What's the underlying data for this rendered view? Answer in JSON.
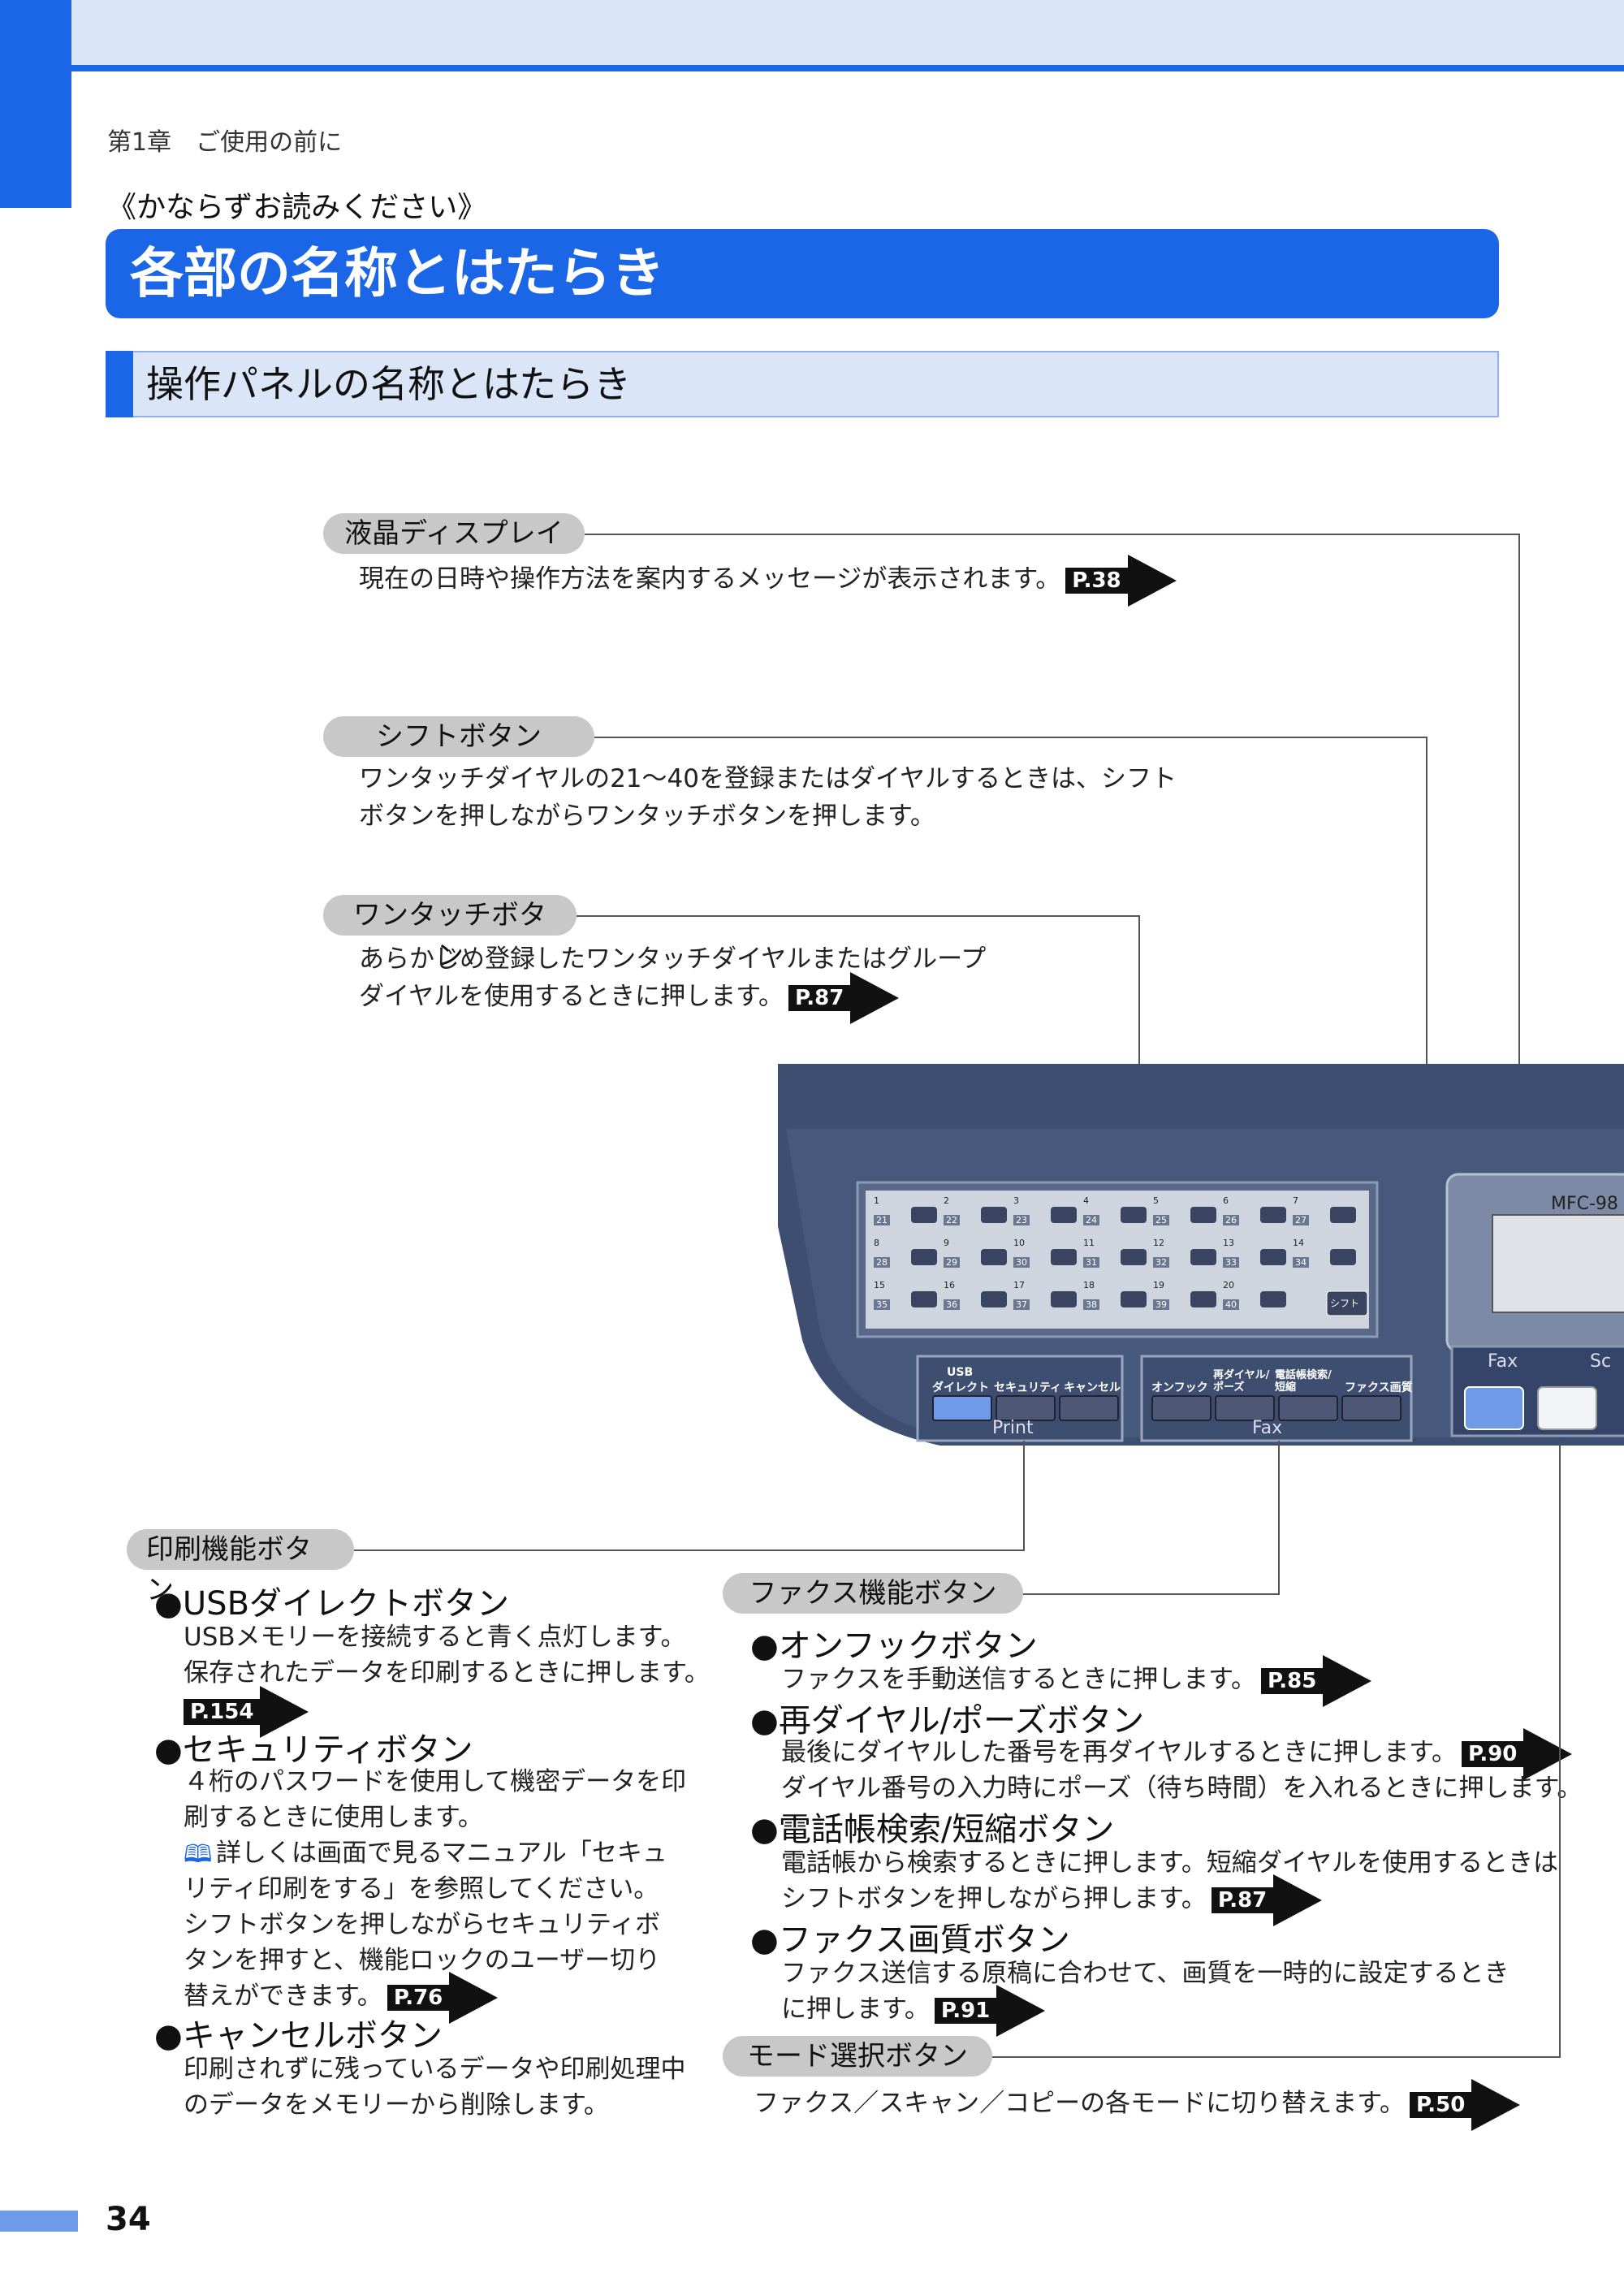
{
  "chapter": "第1章　ご使用の前に",
  "pretitle": "《かならずお読みください》",
  "title": "各部の名称とはたらき",
  "subtitle": "操作パネルの名称とはたらき",
  "callouts": {
    "lcd": {
      "label": "液晶ディスプレイ",
      "desc": "現在の日時や操作方法を案内するメッセージが表示されます。",
      "ref": "P.38"
    },
    "shift": {
      "label": "シフトボタン",
      "desc1": "ワンタッチダイヤルの21～40を登録またはダイヤルするときは、シフト",
      "desc2": "ボタンを押しながらワンタッチボタンを押します。"
    },
    "onetouch": {
      "label": "ワンタッチボタン",
      "desc1": "あらかじめ登録したワンタッチダイヤルまたはグループ",
      "desc2": "ダイヤルを使用するときに押します。",
      "ref": "P.87"
    },
    "print": {
      "label": "印刷機能ボタン",
      "usb": {
        "title": "●USBダイレクトボタン",
        "l1": "USBメモリーを接続すると青く点灯します。",
        "l2": "保存されたデータを印刷するときに押します。",
        "ref": "P.154"
      },
      "security": {
        "title": "●セキュリティボタン",
        "l1": "４桁のパスワードを使用して機密データを印",
        "l2": "刷するときに使用します。",
        "l3": "詳しくは画面で見るマニュアル「セキュ",
        "l4": "リティ印刷をする」を参照してください。",
        "l5": "シフトボタンを押しながらセキュリティボ",
        "l6": "タンを押すと、機能ロックのユーザー切り",
        "l7": "替えができます。",
        "ref": "P.76"
      },
      "cancel": {
        "title": "●キャンセルボタン",
        "l1": "印刷されずに残っているデータや印刷処理中",
        "l2": "のデータをメモリーから削除します。"
      }
    },
    "fax": {
      "label": "ファクス機能ボタン",
      "onhook": {
        "title": "●オンフックボタン",
        "l1": "ファクスを手動送信するときに押します。",
        "ref": "P.85"
      },
      "redial": {
        "title": "●再ダイヤル/ポーズボタン",
        "l1": "最後にダイヤルした番号を再ダイヤルするときに押します。",
        "ref": "P.90",
        "l2": "ダイヤル番号の入力時にポーズ（待ち時間）を入れるときに押します。"
      },
      "phonebook": {
        "title": "●電話帳検索/短縮ボタン",
        "l1": "電話帳から検索するときに押します。短縮ダイヤルを使用するときは",
        "l2": "シフトボタンを押しながら押します。",
        "ref": "P.87"
      },
      "quality": {
        "title": "●ファクス画質ボタン",
        "l1": "ファクス送信する原稿に合わせて、画質を一時的に設定するとき",
        "l2": "に押します。",
        "ref": "P.91"
      }
    },
    "mode": {
      "label": "モード選択ボタン",
      "desc": "ファクス／スキャン／コピーの各モードに切り替えます。",
      "ref": "P.50"
    }
  },
  "device": {
    "model": "MFC-98",
    "keys_row1": [
      "1",
      "2",
      "3",
      "4",
      "5",
      "6",
      "7"
    ],
    "keys_row1b": [
      "21",
      "22",
      "23",
      "24",
      "25",
      "26",
      "27"
    ],
    "keys_row2": [
      "8",
      "9",
      "10",
      "11",
      "12",
      "13",
      "14"
    ],
    "keys_row2b": [
      "28",
      "29",
      "30",
      "31",
      "32",
      "33",
      "34"
    ],
    "keys_row3": [
      "15",
      "16",
      "17",
      "18",
      "19",
      "20"
    ],
    "keys_row3b": [
      "35",
      "36",
      "37",
      "38",
      "39",
      "40"
    ],
    "shift_key": "シフト",
    "print_group": {
      "name": "Print",
      "usb_top": "USB",
      "usb": "ダイレクト",
      "security": "セキュリティ",
      "cancel": "キャンセル"
    },
    "fax_group": {
      "name": "Fax",
      "onhook": "オンフック",
      "redial": "再ダイヤル/ポーズ",
      "phonebook": "電話帳検索/短縮",
      "quality": "ファクス画質"
    },
    "mode_fax": "Fax",
    "mode_scan": "Sc"
  },
  "page_number": "34"
}
